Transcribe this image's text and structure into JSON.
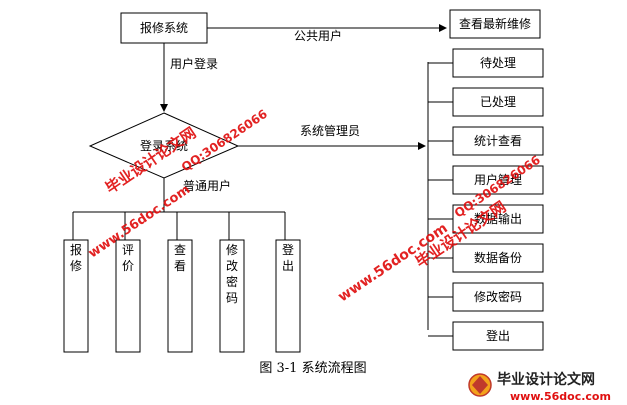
{
  "diagram": {
    "nodes": {
      "start": "报修系统",
      "login": "登录系统",
      "latest": "查看最新维修"
    },
    "edges": {
      "public_user": "公共用户",
      "user_login": "用户登录",
      "sys_admin": "系统管理员",
      "normal_user": "普通用户"
    },
    "user_funcs": [
      "报修",
      "评价",
      "查看",
      "修改密码",
      "登出"
    ],
    "admin_funcs": [
      "待处理",
      "已处理",
      "统计查看",
      "用户管理",
      "数据输出",
      "数据备份",
      "修改密码",
      "登出"
    ]
  },
  "caption": "图 3-1  系统流程图",
  "watermarks": {
    "site_name": "毕业设计论文网",
    "url": "www.56doc.com",
    "qq": "QQ:306826066"
  },
  "logo": {
    "name": "毕业设计论文网",
    "url": "www.56doc.com"
  },
  "colors": {
    "line": "#000000",
    "watermark": "#e01010"
  }
}
